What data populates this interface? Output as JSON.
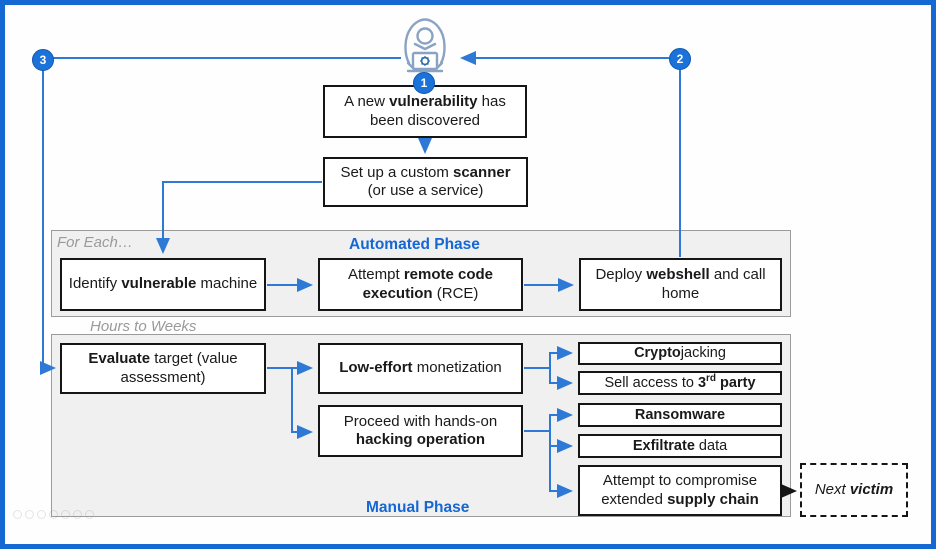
{
  "colors": {
    "frame_blue": "#1569d3",
    "line_blue": "#2e78d6",
    "badge_blue": "#1b72d8",
    "phase_label_blue": "#1667d2",
    "band_bg": "#f0f0f1",
    "band_border": "#9b9b9b",
    "box_border": "#151515",
    "note_gray": "#9a9a9a"
  },
  "icons": {
    "hacker": "hooded-hacker-with-laptop-icon",
    "gear": "gear-icon"
  },
  "badges": {
    "one": "1",
    "two": "2",
    "three": "3"
  },
  "labels": {
    "for_each": "For Each…",
    "automated_phase": "Automated Phase",
    "hours_to_weeks": "Hours to Weeks",
    "manual_phase": "Manual Phase"
  },
  "nodes": {
    "discover": [
      {
        "t": "A new "
      },
      {
        "t": "vulnerability",
        "b": true
      },
      {
        "t": " has been discovered"
      }
    ],
    "scanner": [
      {
        "t": "Set up a custom "
      },
      {
        "t": "scanner",
        "b": true
      },
      {
        "t": " (or use a service)"
      }
    ],
    "identify": [
      {
        "t": "Identify "
      },
      {
        "t": "vulnerable",
        "b": true
      },
      {
        "t": " machine"
      }
    ],
    "rce": [
      {
        "t": "Attempt "
      },
      {
        "t": "remote code execution",
        "b": true
      },
      {
        "t": " (RCE)"
      }
    ],
    "webshell": [
      {
        "t": "Deploy "
      },
      {
        "t": "webshell",
        "b": true
      },
      {
        "t": " and call home"
      }
    ],
    "evaluate": [
      {
        "t": "Evaluate",
        "b": true
      },
      {
        "t": " target (value assessment)"
      }
    ],
    "low_effort": [
      {
        "t": "Low-effort",
        "b": true
      },
      {
        "t": " monetization"
      }
    ],
    "hands_on": [
      {
        "t": "Proceed with hands-on "
      },
      {
        "t": "hacking operation",
        "b": true
      }
    ],
    "cryptojacking": [
      {
        "t": "Crypto",
        "b": true
      },
      {
        "t": "jacking"
      }
    ],
    "sell_access": [
      {
        "t": "Sell access to "
      },
      {
        "t": "3",
        "b": true
      },
      {
        "t": "rd",
        "b": true,
        "sup": true
      },
      {
        "t": " party",
        "b": true
      }
    ],
    "ransomware": [
      {
        "t": "Ransomware",
        "b": true
      }
    ],
    "exfiltrate": [
      {
        "t": "Exfiltrate",
        "b": true
      },
      {
        "t": " data"
      }
    ],
    "supply_chain": [
      {
        "t": "Attempt to compromise extended "
      },
      {
        "t": "supply chain",
        "b": true
      }
    ],
    "next_victim": [
      {
        "t": "Next ",
        "i": true
      },
      {
        "t": "victim",
        "b": true,
        "i": true
      }
    ]
  }
}
